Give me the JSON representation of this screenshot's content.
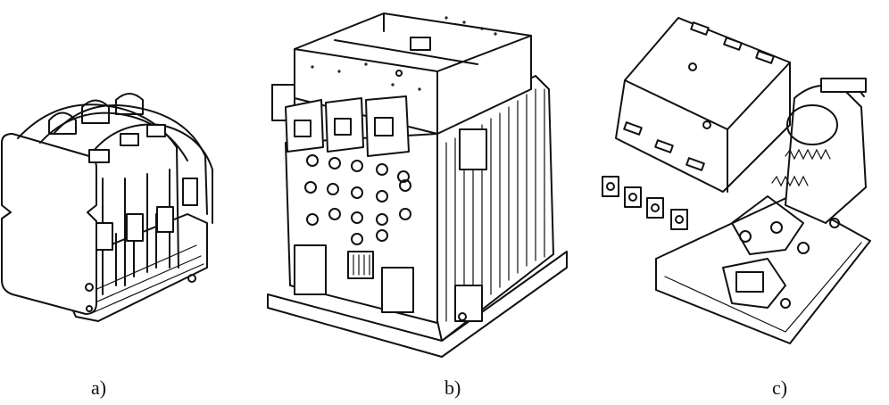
{
  "panels": [
    {
      "id": "a",
      "caption": "a)"
    },
    {
      "id": "b",
      "caption": "b)"
    },
    {
      "id": "c",
      "caption": "c)"
    }
  ],
  "colors": {
    "ink": "#111111",
    "background": "#ffffff"
  }
}
